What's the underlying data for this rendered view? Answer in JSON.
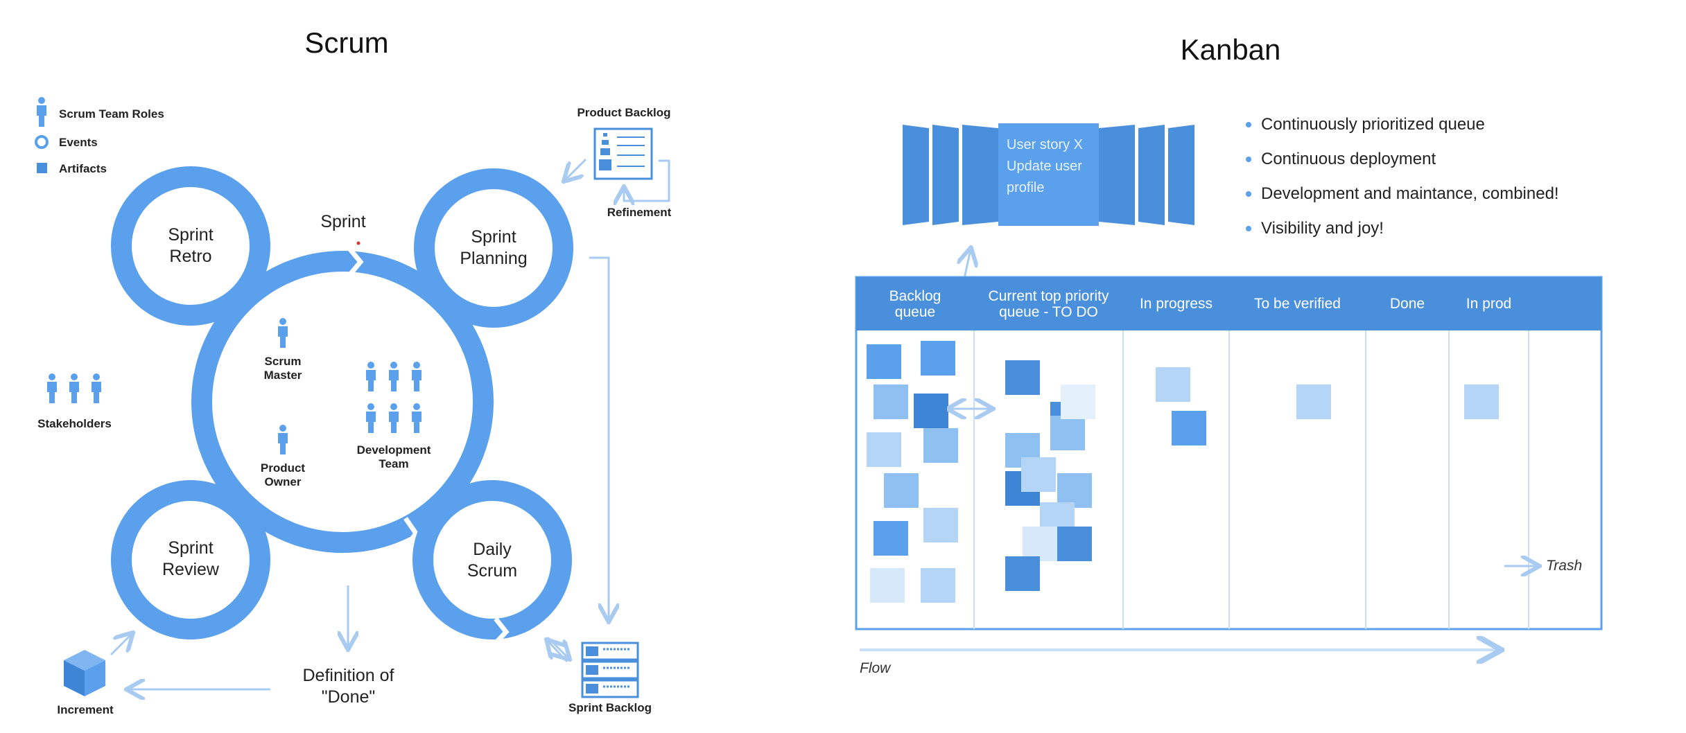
{
  "scrum": {
    "title": "Scrum",
    "legend": {
      "roles": "Scrum Team Roles",
      "events": "Events",
      "artifacts": "Artifacts"
    },
    "product_backlog": "Product Backlog",
    "refinement": "Refinement",
    "sprint": "Sprint",
    "sprint_retro": [
      "Sprint",
      "Retro"
    ],
    "sprint_planning": [
      "Sprint",
      "Planning"
    ],
    "sprint_review": [
      "Sprint",
      "Review"
    ],
    "daily_scrum": [
      "Daily",
      "Scrum"
    ],
    "scrum_master": [
      "Scrum",
      "Master"
    ],
    "product_owner": [
      "Product",
      "Owner"
    ],
    "development_team": [
      "Development",
      "Team"
    ],
    "stakeholders": "Stakeholders",
    "definition_of_done": [
      "Definition of",
      "\"Done\""
    ],
    "increment": "Increment",
    "sprint_backlog": "Sprint Backlog"
  },
  "kanban": {
    "title": "Kanban",
    "user_story": [
      "User story X",
      "Update user",
      "profile"
    ],
    "bullets": [
      "Continuously prioritized queue",
      "Continuous deployment",
      "Development and maintance, combined!",
      "Visibility and joy!"
    ],
    "columns": [
      [
        "Backlog",
        "queue"
      ],
      [
        "Current top priority",
        "queue - TO DO"
      ],
      [
        "In progress"
      ],
      [
        "To be verified"
      ],
      [
        "Done"
      ],
      [
        "In prod"
      ]
    ],
    "trash": "Trash",
    "flow": "Flow"
  },
  "colors": {
    "accent": "#5aa0ec",
    "accent_dark": "#3f85d6",
    "header_bar": "#4a8fdb"
  }
}
